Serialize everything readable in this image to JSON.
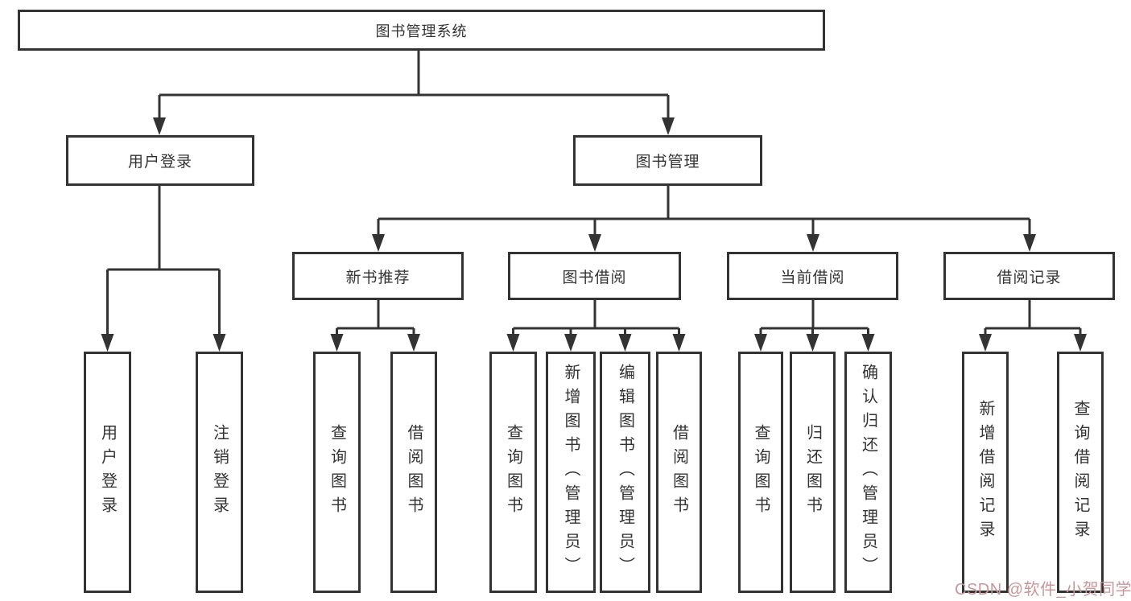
{
  "diagram": {
    "title": "图书管理系统",
    "nodes": {
      "root": "图书管理系统",
      "user_login": "用户登录",
      "book_mgmt": "图书管理",
      "new_book_rec": "新书推荐",
      "book_borrow": "图书借阅",
      "current_borrow": "当前借阅",
      "borrow_records": "借阅记录",
      "leaf_user_login": "用户登录",
      "leaf_logout": "注销登录",
      "rec_query_books": "查询图书",
      "rec_borrow_books": "借阅图书",
      "bb_query_books": "查询图书",
      "bb_add_books": "新增图书（管理员）",
      "bb_edit_books": "编辑图书（管理员）",
      "bb_borrow_books": "借阅图书",
      "cb_query_books": "查询图书",
      "cb_return_books": "归还图书",
      "cb_confirm_return": "确认归还（管理员）",
      "br_add_record": "新增借阅记录",
      "br_query_record": "查询借阅记录"
    },
    "hierarchy": {
      "图书管理系统": {
        "用户登录": [
          "用户登录",
          "注销登录"
        ],
        "图书管理": {
          "新书推荐": [
            "查询图书",
            "借阅图书"
          ],
          "图书借阅": [
            "查询图书",
            "新增图书（管理员）",
            "编辑图书（管理员）",
            "借阅图书"
          ],
          "当前借阅": [
            "查询图书",
            "归还图书",
            "确认归还（管理员）"
          ],
          "借阅记录": [
            "新增借阅记录",
            "查询借阅记录"
          ]
        }
      }
    },
    "colors": {
      "line": "#333333",
      "box_border": "#333333",
      "text": "#333333",
      "background": "#ffffff"
    }
  },
  "watermark": {
    "text": "CSDN @软件_小贺同学",
    "color": "#c9969b"
  }
}
